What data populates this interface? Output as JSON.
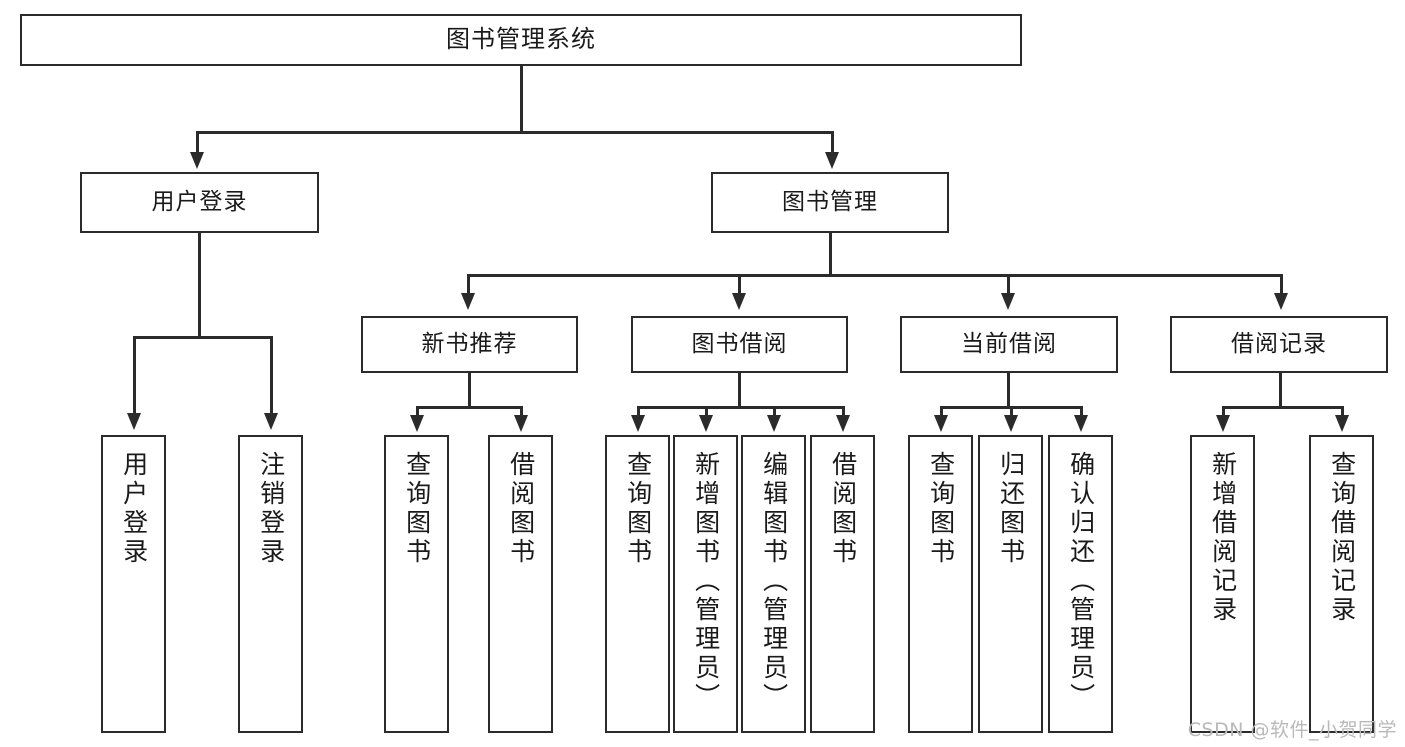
{
  "diagram": {
    "title": "图书管理系统",
    "type": "tree-hierarchy-chart",
    "root": {
      "label": "图书管理系统"
    },
    "level2": [
      {
        "label": "用户登录"
      },
      {
        "label": "图书管理"
      }
    ],
    "level3": [
      {
        "label": "新书推荐"
      },
      {
        "label": "图书借阅"
      },
      {
        "label": "当前借阅"
      },
      {
        "label": "借阅记录"
      }
    ],
    "leaves": [
      {
        "label": "用户登录",
        "parent": "用户登录"
      },
      {
        "label": "注销登录",
        "parent": "用户登录"
      },
      {
        "label": "查询图书",
        "parent": "新书推荐"
      },
      {
        "label": "借阅图书",
        "parent": "新书推荐"
      },
      {
        "label": "查询图书",
        "parent": "图书借阅"
      },
      {
        "label": "新增图书（管理员）",
        "parent": "图书借阅"
      },
      {
        "label": "编辑图书（管理员）",
        "parent": "图书借阅"
      },
      {
        "label": "借阅图书",
        "parent": "图书借阅"
      },
      {
        "label": "查询图书",
        "parent": "当前借阅"
      },
      {
        "label": "归还图书",
        "parent": "当前借阅"
      },
      {
        "label": "确认归还（管理员）",
        "parent": "当前借阅"
      },
      {
        "label": "新增借阅记录",
        "parent": "借阅记录"
      },
      {
        "label": "查询借阅记录",
        "parent": "借阅记录"
      }
    ]
  },
  "watermark": {
    "text": "CSDN @软件_小贺同学"
  },
  "colors": {
    "stroke": "#2b2b2b",
    "background": "#ffffff",
    "text": "#1a1a1a",
    "watermark": "#b9b9b9"
  }
}
